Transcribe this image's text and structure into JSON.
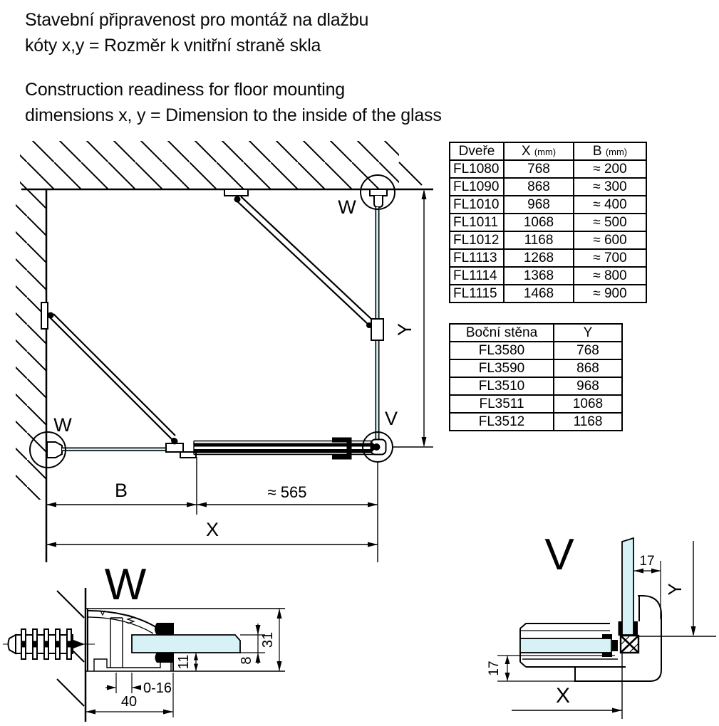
{
  "title": {
    "cs_line1": "Stavební připravenost pro montáž na dlažbu",
    "cs_line2": "kóty x,y = Rozměr k vnitřní straně skla",
    "en_line1": "Construction readiness for floor mounting",
    "en_line2": "dimensions x, y = Dimension to the inside of the glass"
  },
  "doors_table": {
    "col_model": "Dveře",
    "col_x": "X",
    "col_x_unit": "(mm)",
    "col_b": "B",
    "col_b_unit": "(mm)",
    "rows": [
      {
        "model": "FL1080",
        "x": "768",
        "b": "≈ 200"
      },
      {
        "model": "FL1090",
        "x": "868",
        "b": "≈ 300"
      },
      {
        "model": "FL1010",
        "x": "968",
        "b": "≈ 400"
      },
      {
        "model": "FL1011",
        "x": "1068",
        "b": "≈ 500"
      },
      {
        "model": "FL1012",
        "x": "1168",
        "b": "≈ 600"
      },
      {
        "model": "FL1113",
        "x": "1268",
        "b": "≈ 700"
      },
      {
        "model": "FL1114",
        "x": "1368",
        "b": "≈ 800"
      },
      {
        "model": "FL1115",
        "x": "1468",
        "b": "≈ 900"
      }
    ]
  },
  "side_table": {
    "col_model": "Boční stěna",
    "col_y": "Y",
    "rows": [
      {
        "model": "FL3580",
        "y": "768"
      },
      {
        "model": "FL3590",
        "y": "868"
      },
      {
        "model": "FL3510",
        "y": "968"
      },
      {
        "model": "FL3511",
        "y": "1068"
      },
      {
        "model": "FL3512",
        "y": "1168"
      }
    ]
  },
  "plan": {
    "label_w_top": "W",
    "label_w_bottom": "W",
    "label_v": "V",
    "dim_y": "Y",
    "dim_b": "B",
    "dim_565": "≈ 565",
    "dim_x": "X"
  },
  "detail_w": {
    "title": "W",
    "dim_height": "31",
    "dim_glass": "8",
    "dim_gap": "11",
    "dim_adjust": "0-16",
    "dim_width": "40"
  },
  "detail_v": {
    "title": "V",
    "dim_top": "17",
    "dim_left": "17",
    "dim_x": "X",
    "dim_y": "Y"
  },
  "colors": {
    "line": "#000000",
    "glass_fill": "#d7f2f6"
  }
}
